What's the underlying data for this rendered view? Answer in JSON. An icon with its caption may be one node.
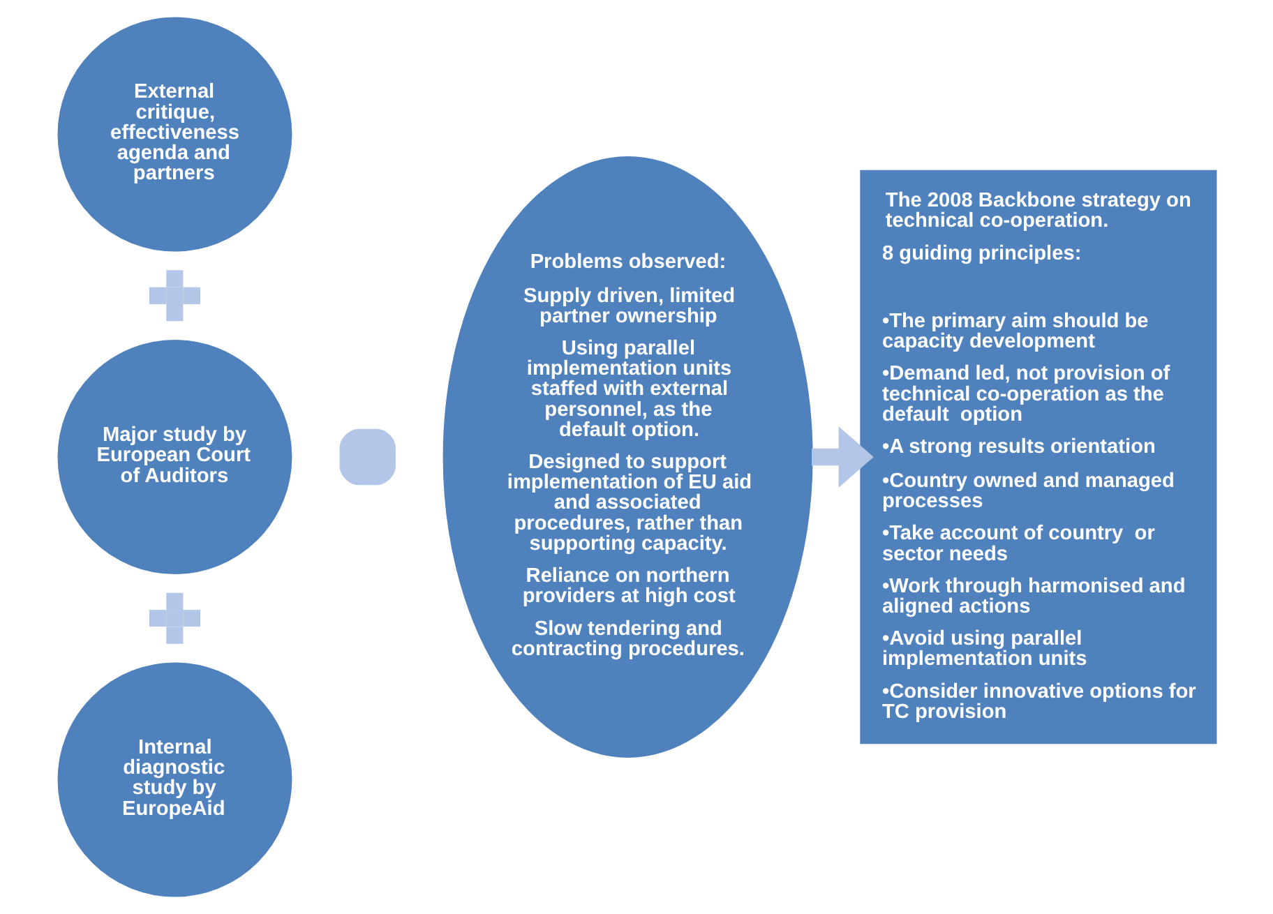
{
  "diagram": {
    "nodes": [
      {
        "text": [
          "External critique, effectiveness agenda and partners"
        ]
      },
      {
        "text": [],
        "shape": "plus"
      },
      {
        "text": [
          "Major study by European Court of Auditors"
        ]
      },
      {
        "text": [],
        "shape": "plus"
      },
      {
        "text": [
          "Internal diagnostic study by EuropeAid"
        ]
      },
      {
        "text": [],
        "shape": "box"
      },
      {
        "text": [
          "Problems observed:",
          "Supply driven, limited partner ownership",
          "Using parallel implementation units staffed with external personnel, as the default option.",
          "Designed to support implementation of EU aid and associated procedures, rather than supporting capacity.",
          "Reliance on northern providers at high cost",
          "Slow tendering and contracting procedures."
        ]
      },
      {
        "text": [
          "The 2008 Backbone strategy on technical co-operation.",
          "8 guiding principles:",
          "•The primary aim should be capacity development",
          "•Demand led, not provision of technical co-operation as the default  option",
          "•A strong results orientation",
          "•Country owned and managed processes",
          "•Take account of country  or sector needs",
          "•Work through harmonised and aligned actions",
          "•Avoid using parallel implementation units",
          "•Consider innovative options for TC provision"
        ]
      }
    ],
    "edges": [
      {
        "from": 6,
        "to": 7,
        "arrow": "to"
      }
    ]
  }
}
